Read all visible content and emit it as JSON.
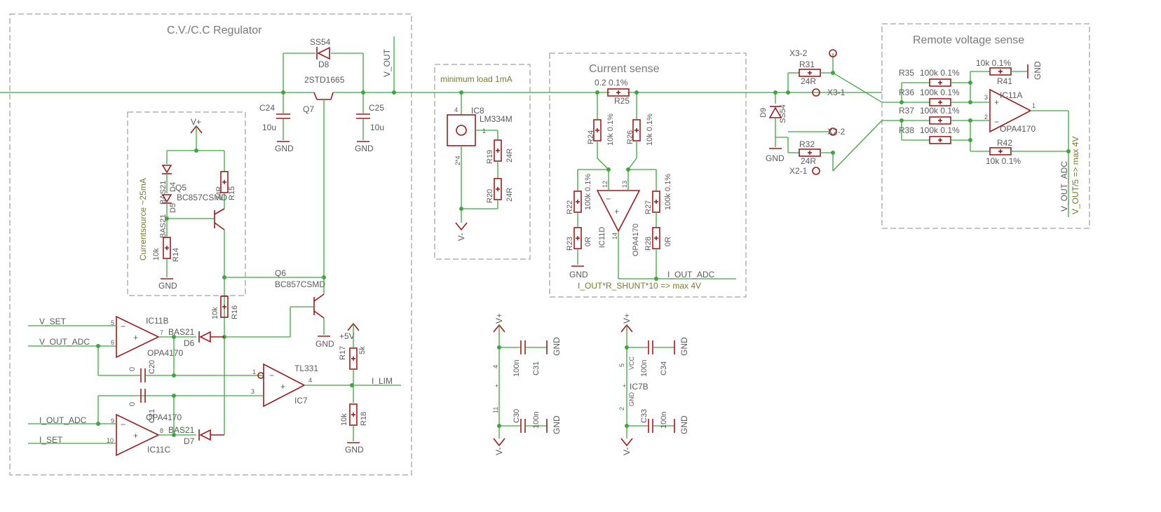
{
  "colors": {
    "wire": "#3fa63f",
    "symbol": "#9c1c1c",
    "text": "#5a5a5a",
    "netlabel": "#7a7a2a",
    "frame": "#8a8a8a"
  },
  "frames": {
    "regulator": "C.V./C.C Regulator",
    "load": "minimum load 1mA",
    "current_sense": "Current sense",
    "remote": "Remote voltage sense"
  },
  "nets": {
    "v_out": "V_OUT",
    "v_set": "V_SET",
    "v_out_adc": "V_OUT_ADC",
    "i_out_adc": "I_OUT_ADC",
    "i_set": "I_SET",
    "i_lim": "I_LIM",
    "i_out_adc_cs": "I_OUT_ADC",
    "i_out_note": "I_OUT*R_SHUNT*10 => max 4V",
    "v_out_adc_r": "V_OUT_ADC",
    "v_out_note": "V_OUT/5 => max 4V",
    "currentsource": "Currentsource ~25mA"
  },
  "power": {
    "gnd": "GND",
    "vplus": "V+",
    "vminus": "V-",
    "plus5v": "+5V"
  },
  "parts": {
    "d8": {
      "name": "D8",
      "value": "SS54"
    },
    "q7": {
      "name": "Q7",
      "value": "2STD1665"
    },
    "c24": {
      "name": "C24",
      "value": "10u"
    },
    "c25": {
      "name": "C25",
      "value": "10u"
    },
    "d4": {
      "name": "D4",
      "value": "BAS21"
    },
    "d5": {
      "name": "D5",
      "value": "BAS21"
    },
    "q5": {
      "name": "Q5",
      "value": "BC857CSMD"
    },
    "r15": {
      "name": "R15",
      "value": "24R"
    },
    "r14": {
      "name": "R14",
      "value": "10k"
    },
    "q6": {
      "name": "Q6",
      "value": "BC857CSMD"
    },
    "r16": {
      "name": "R16",
      "value": "10k"
    },
    "ic11b": {
      "name": "IC11B",
      "value": "OPA4170"
    },
    "d6": {
      "name": "D6",
      "value": "BAS21"
    },
    "c20": {
      "name": "C20",
      "value": "0"
    },
    "c21": {
      "name": "C21",
      "value": "0"
    },
    "ic11c": {
      "name": "IC11C",
      "value": "OPA4170"
    },
    "d7": {
      "name": "D7",
      "value": "BAS21"
    },
    "ic7": {
      "name": "IC7",
      "value": "TL331"
    },
    "r17": {
      "name": "R17",
      "value": "5k"
    },
    "r18": {
      "name": "R18",
      "value": "10k"
    },
    "ic8": {
      "name": "IC8",
      "value": "LM334M"
    },
    "r19": {
      "name": "R19",
      "value": "24R"
    },
    "r20": {
      "name": "R20",
      "value": "24R"
    },
    "r25": {
      "name": "R25",
      "value": "0.2 0.1%"
    },
    "r24": {
      "name": "R24",
      "value": "10k 0.1%"
    },
    "r26": {
      "name": "R26",
      "value": "10k 0.1%"
    },
    "r22": {
      "name": "R22",
      "value": "100k 0.1%"
    },
    "r27": {
      "name": "R27",
      "value": "100k 0.1%"
    },
    "r23": {
      "name": "R23",
      "value": "0R"
    },
    "r28": {
      "name": "R28",
      "value": "0R"
    },
    "ic11d": {
      "name": "IC11D",
      "value": "OPA4170"
    },
    "d9": {
      "name": "D9",
      "value": "SS54"
    },
    "r31": {
      "name": "R31",
      "value": "24R"
    },
    "r32": {
      "name": "R32",
      "value": "24R"
    },
    "x32": {
      "name": "X3-2"
    },
    "x31": {
      "name": "X3-1"
    },
    "x22": {
      "name": "X2-2"
    },
    "x21": {
      "name": "X2-1"
    },
    "r35": {
      "name": "R35",
      "value": "100k 0.1%"
    },
    "r36": {
      "name": "R36",
      "value": "100k 0.1%"
    },
    "r37": {
      "name": "R37",
      "value": "100k 0.1%"
    },
    "r38": {
      "name": "R38",
      "value": "100k 0.1%"
    },
    "r41": {
      "name": "R41",
      "value": "10k 0.1%"
    },
    "r42": {
      "name": "R42",
      "value": "10k 0.1%"
    },
    "ic11a": {
      "name": "IC11A",
      "value": "OPA4170"
    },
    "c31": {
      "name": "C31",
      "value": "100n"
    },
    "c30": {
      "name": "C30",
      "value": "100n"
    },
    "c34": {
      "name": "C34",
      "value": "100n"
    },
    "c33": {
      "name": "C33",
      "value": "100n"
    },
    "ic7b": {
      "name": "IC7B"
    }
  },
  "pins": {
    "ic11b_5": "5",
    "ic11b_6": "6",
    "ic11b_7": "7",
    "ic11c_9": "9",
    "ic11c_10": "10",
    "ic11c_8": "8",
    "ic7_1": "1",
    "ic7_3": "3",
    "ic7_4": "4",
    "ic11d_12": "12",
    "ic11d_13": "13",
    "ic11d_14": "14",
    "ic11a_3": "3",
    "ic11a_2": "2",
    "ic11a_1": "1",
    "ic8_4": "4",
    "ic8_1": "1",
    "ic8_2": "2*4",
    "pwr_4": "4",
    "pwr_11": "11",
    "pwr_5": "5",
    "pwr_2": "2",
    "vcc": "VCC",
    "gndp": "GND"
  }
}
